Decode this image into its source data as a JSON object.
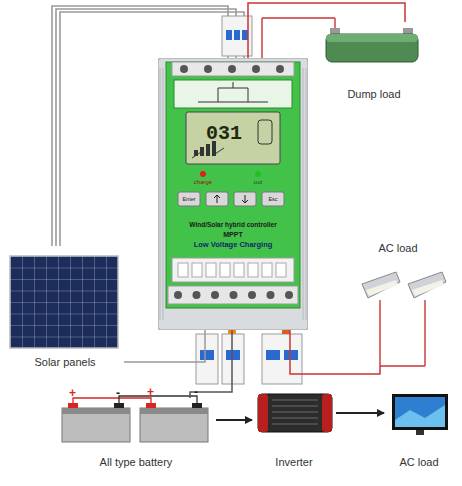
{
  "diagram": {
    "nodes": [
      {
        "text": [
          "031",
          "charge",
          "out",
          "Enter",
          "Esc",
          "Wind/Solar hybrid controller",
          "MPPT",
          "Low Voltage Charging"
        ]
      },
      {
        "text": [
          "Dump load"
        ]
      },
      {
        "text": [
          "AC load"
        ]
      },
      {
        "text": [
          "Solar panels"
        ]
      },
      {
        "text": [
          "All type battery"
        ]
      },
      {
        "text": [
          "Inverter"
        ]
      },
      {
        "text": [
          "AC load"
        ]
      }
    ],
    "edges": [
      {
        "from": 0,
        "to": 1,
        "arrow": "none"
      },
      {
        "from": 0,
        "to": 3,
        "arrow": "none"
      },
      {
        "from": 0,
        "to": 4,
        "arrow": "none"
      },
      {
        "from": 0,
        "to": 2,
        "arrow": "none"
      },
      {
        "from": 4,
        "to": 5,
        "arrow": "to"
      },
      {
        "from": 5,
        "to": 6,
        "arrow": "to"
      }
    ],
    "labels": [
      "+",
      "-",
      "+",
      "-"
    ]
  }
}
